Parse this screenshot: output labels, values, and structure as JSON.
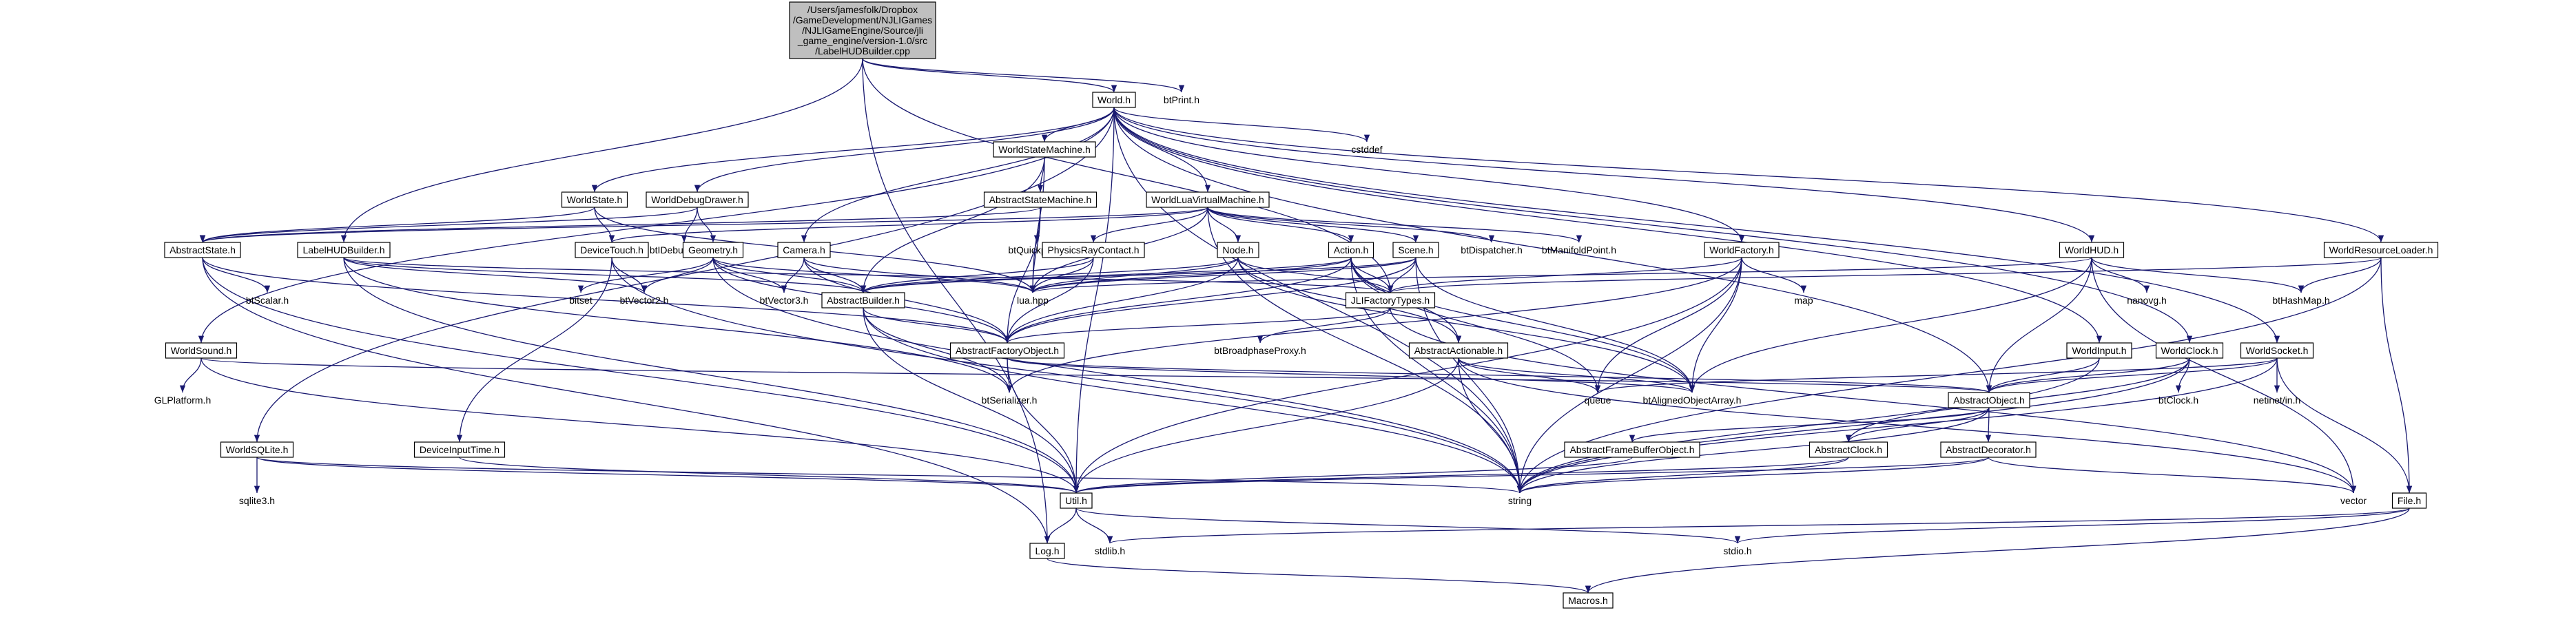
{
  "title": "",
  "colors": {
    "edge": "#191970",
    "root_fill": "#bfbfbf",
    "node_fill": "#ffffff",
    "background": "#ffffff"
  },
  "nodes": [
    {
      "id": "root",
      "label": "/Users/jamesfolk/Dropbox\n/GameDevelopment/NJLIGames\n/NJLIGameEngine/Source/jli\n_game_engine/version-1.0/src\n/LabelHUDBuilder.cpp",
      "style": "root"
    },
    {
      "id": "btPrint",
      "label": "btPrint.h",
      "style": "plain"
    },
    {
      "id": "World",
      "label": "World.h",
      "style": "box"
    },
    {
      "id": "cstddef",
      "label": "cstddef",
      "style": "plain"
    },
    {
      "id": "WorldStateMachine",
      "label": "WorldStateMachine.h",
      "style": "box"
    },
    {
      "id": "AbstractStateMachine",
      "label": "AbstractStateMachine.h",
      "style": "box"
    },
    {
      "id": "WorldLuaVirtualMachine",
      "label": "WorldLuaVirtualMachine.h",
      "style": "box"
    },
    {
      "id": "WorldState",
      "label": "WorldState.h",
      "style": "box"
    },
    {
      "id": "WorldDebugDrawer",
      "label": "WorldDebugDrawer.h",
      "style": "box"
    },
    {
      "id": "btDebugDraw",
      "label": "btIDebugDraw.h",
      "style": "plain"
    },
    {
      "id": "btQuickprof",
      "label": "btQuickprof.h",
      "style": "plain"
    },
    {
      "id": "btDispatcher",
      "label": "btDispatcher.h",
      "style": "plain"
    },
    {
      "id": "btManifoldPoint",
      "label": "btManifoldPoint.h",
      "style": "plain"
    },
    {
      "id": "WorldFactory",
      "label": "WorldFactory.h",
      "style": "box"
    },
    {
      "id": "WorldHUD",
      "label": "WorldHUD.h",
      "style": "box"
    },
    {
      "id": "WorldResourceLoader",
      "label": "WorldResourceLoader.h",
      "style": "box"
    },
    {
      "id": "AbstractState",
      "label": "AbstractState.h",
      "style": "box"
    },
    {
      "id": "LabelHUDBuilder",
      "label": "LabelHUDBuilder.h",
      "style": "box"
    },
    {
      "id": "DeviceTouch",
      "label": "DeviceTouch.h",
      "style": "box"
    },
    {
      "id": "Geometry",
      "label": "Geometry.h",
      "style": "box"
    },
    {
      "id": "Camera",
      "label": "Camera.h",
      "style": "box"
    },
    {
      "id": "PhysicsRayContact",
      "label": "PhysicsRayContact.h",
      "style": "box"
    },
    {
      "id": "Node",
      "label": "Node.h",
      "style": "box"
    },
    {
      "id": "Action",
      "label": "Action.h",
      "style": "box"
    },
    {
      "id": "Scene",
      "label": "Scene.h",
      "style": "box"
    },
    {
      "id": "btScalar",
      "label": "btScalar.h",
      "style": "plain"
    },
    {
      "id": "bitset",
      "label": "bitset",
      "style": "plain"
    },
    {
      "id": "btVector2",
      "label": "btVector2.h",
      "style": "plain"
    },
    {
      "id": "btVector3",
      "label": "btVector3.h",
      "style": "plain"
    },
    {
      "id": "AbstractBuilder",
      "label": "AbstractBuilder.h",
      "style": "box"
    },
    {
      "id": "luahpp",
      "label": "lua.hpp",
      "style": "plain"
    },
    {
      "id": "JLIFactoryTypes",
      "label": "JLIFactoryTypes.h",
      "style": "box"
    },
    {
      "id": "map",
      "label": "map",
      "style": "plain"
    },
    {
      "id": "nanovg",
      "label": "nanovg.h",
      "style": "plain"
    },
    {
      "id": "btHashMap",
      "label": "btHashMap.h",
      "style": "plain"
    },
    {
      "id": "WorldSound",
      "label": "WorldSound.h",
      "style": "box"
    },
    {
      "id": "GLPlatform",
      "label": "GLPlatform.h",
      "style": "plain"
    },
    {
      "id": "AbstractFactoryObject",
      "label": "AbstractFactoryObject.h",
      "style": "box"
    },
    {
      "id": "btBroadphaseProxy",
      "label": "btBroadphaseProxy.h",
      "style": "plain"
    },
    {
      "id": "AbstractActionable",
      "label": "AbstractActionable.h",
      "style": "box"
    },
    {
      "id": "WorldInput",
      "label": "WorldInput.h",
      "style": "box"
    },
    {
      "id": "WorldClock",
      "label": "WorldClock.h",
      "style": "box"
    },
    {
      "id": "WorldSocket",
      "label": "WorldSocket.h",
      "style": "box"
    },
    {
      "id": "btSerializer",
      "label": "btSerializer.h",
      "style": "plain"
    },
    {
      "id": "queue",
      "label": "queue",
      "style": "plain"
    },
    {
      "id": "btAlignedObjectArray",
      "label": "btAlignedObjectArray.h",
      "style": "plain"
    },
    {
      "id": "AbstractObject",
      "label": "AbstractObject.h",
      "style": "box"
    },
    {
      "id": "btClock",
      "label": "btClock.h",
      "style": "plain"
    },
    {
      "id": "netinet",
      "label": "netinet/in.h",
      "style": "plain"
    },
    {
      "id": "WorldSQLite",
      "label": "WorldSQLite.h",
      "style": "box"
    },
    {
      "id": "DeviceInputTime",
      "label": "DeviceInputTime.h",
      "style": "box"
    },
    {
      "id": "AbstractFrameBufferObject",
      "label": "AbstractFrameBufferObject.h",
      "style": "box"
    },
    {
      "id": "AbstractClock",
      "label": "AbstractClock.h",
      "style": "box"
    },
    {
      "id": "AbstractDecorator",
      "label": "AbstractDecorator.h",
      "style": "box"
    },
    {
      "id": "sqlite3",
      "label": "sqlite3.h",
      "style": "plain"
    },
    {
      "id": "Util",
      "label": "Util.h",
      "style": "box"
    },
    {
      "id": "string",
      "label": "string",
      "style": "plain"
    },
    {
      "id": "vector",
      "label": "vector",
      "style": "plain"
    },
    {
      "id": "FileH",
      "label": "File.h",
      "style": "box"
    },
    {
      "id": "LogH",
      "label": "Log.h",
      "style": "box"
    },
    {
      "id": "stdlib",
      "label": "stdlib.h",
      "style": "plain"
    },
    {
      "id": "stdio",
      "label": "stdio.h",
      "style": "plain"
    },
    {
      "id": "Macros",
      "label": "Macros.h",
      "style": "box"
    }
  ],
  "edges": [
    [
      "root",
      "btPrint"
    ],
    [
      "root",
      "World"
    ],
    [
      "root",
      "LabelHUDBuilder"
    ],
    [
      "root",
      "JLIFactoryTypes"
    ],
    [
      "root",
      "LogH"
    ],
    [
      "World",
      "cstddef"
    ],
    [
      "World",
      "WorldStateMachine"
    ],
    [
      "World",
      "WorldLuaVirtualMachine"
    ],
    [
      "World",
      "WorldState"
    ],
    [
      "World",
      "WorldDebugDrawer"
    ],
    [
      "World",
      "WorldFactory"
    ],
    [
      "World",
      "WorldHUD"
    ],
    [
      "World",
      "WorldResourceLoader"
    ],
    [
      "World",
      "Camera"
    ],
    [
      "World",
      "WorldSound"
    ],
    [
      "World",
      "WorldSQLite"
    ],
    [
      "World",
      "WorldInput"
    ],
    [
      "World",
      "WorldClock"
    ],
    [
      "World",
      "WorldSocket"
    ],
    [
      "World",
      "Util"
    ],
    [
      "World",
      "AbstractObject"
    ],
    [
      "World",
      "string"
    ],
    [
      "WorldStateMachine",
      "AbstractStateMachine"
    ],
    [
      "WorldStateMachine",
      "AbstractBuilder"
    ],
    [
      "WorldStateMachine",
      "luahpp"
    ],
    [
      "AbstractStateMachine",
      "AbstractState"
    ],
    [
      "AbstractStateMachine",
      "btQuickprof"
    ],
    [
      "AbstractStateMachine",
      "AbstractFactoryObject"
    ],
    [
      "AbstractStateMachine",
      "luahpp"
    ],
    [
      "WorldLuaVirtualMachine",
      "btDispatcher"
    ],
    [
      "WorldLuaVirtualMachine",
      "btManifoldPoint"
    ],
    [
      "WorldLuaVirtualMachine",
      "PhysicsRayContact"
    ],
    [
      "WorldLuaVirtualMachine",
      "Node"
    ],
    [
      "WorldLuaVirtualMachine",
      "Action"
    ],
    [
      "WorldLuaVirtualMachine",
      "Scene"
    ],
    [
      "WorldLuaVirtualMachine",
      "DeviceTouch"
    ],
    [
      "WorldLuaVirtualMachine",
      "AbstractState"
    ],
    [
      "WorldLuaVirtualMachine",
      "luahpp"
    ],
    [
      "WorldLuaVirtualMachine",
      "string"
    ],
    [
      "WorldState",
      "AbstractState"
    ],
    [
      "WorldState",
      "DeviceTouch"
    ],
    [
      "WorldState",
      "luahpp"
    ],
    [
      "WorldDebugDrawer",
      "btDebugDraw"
    ],
    [
      "WorldDebugDrawer",
      "Geometry"
    ],
    [
      "WorldDebugDrawer",
      "AbstractState"
    ],
    [
      "WorldFactory",
      "JLIFactoryTypes"
    ],
    [
      "WorldFactory",
      "map"
    ],
    [
      "WorldFactory",
      "queue"
    ],
    [
      "WorldFactory",
      "btAlignedObjectArray"
    ],
    [
      "WorldFactory",
      "Util"
    ],
    [
      "WorldFactory",
      "btSerializer"
    ],
    [
      "WorldFactory",
      "string"
    ],
    [
      "WorldHUD",
      "nanovg"
    ],
    [
      "WorldHUD",
      "btHashMap"
    ],
    [
      "WorldHUD",
      "luahpp"
    ],
    [
      "WorldHUD",
      "AbstractObject"
    ],
    [
      "WorldHUD",
      "btAlignedObjectArray"
    ],
    [
      "WorldHUD",
      "vector"
    ],
    [
      "WorldResourceLoader",
      "btHashMap"
    ],
    [
      "WorldResourceLoader",
      "FileH"
    ],
    [
      "WorldResourceLoader",
      "JLIFactoryTypes"
    ],
    [
      "WorldResourceLoader",
      "string"
    ],
    [
      "AbstractState",
      "btScalar"
    ],
    [
      "AbstractState",
      "Util"
    ],
    [
      "AbstractState",
      "AbstractFactoryObject"
    ],
    [
      "AbstractState",
      "LogH"
    ],
    [
      "LabelHUDBuilder",
      "AbstractBuilder"
    ],
    [
      "LabelHUDBuilder",
      "btVector2"
    ],
    [
      "LabelHUDBuilder",
      "Util"
    ],
    [
      "LabelHUDBuilder",
      "btSerializer"
    ],
    [
      "LabelHUDBuilder",
      "JLIFactoryTypes"
    ],
    [
      "DeviceTouch",
      "DeviceInputTime"
    ],
    [
      "DeviceTouch",
      "btVector2"
    ],
    [
      "DeviceTouch",
      "string"
    ],
    [
      "Geometry",
      "bitset"
    ],
    [
      "Geometry",
      "btVector2"
    ],
    [
      "Geometry",
      "btVector3"
    ],
    [
      "Geometry",
      "AbstractBuilder"
    ],
    [
      "Geometry",
      "AbstractFactoryObject"
    ],
    [
      "Geometry",
      "luahpp"
    ],
    [
      "Geometry",
      "string"
    ],
    [
      "Camera",
      "btVector3"
    ],
    [
      "Camera",
      "AbstractBuilder"
    ],
    [
      "Camera",
      "AbstractFactoryObject"
    ],
    [
      "Camera",
      "luahpp"
    ],
    [
      "PhysicsRayContact",
      "AbstractBuilder"
    ],
    [
      "PhysicsRayContact",
      "AbstractFactoryObject"
    ],
    [
      "PhysicsRayContact",
      "luahpp"
    ],
    [
      "Node",
      "AbstractBuilder"
    ],
    [
      "Node",
      "AbstractFactoryObject"
    ],
    [
      "Node",
      "AbstractActionable"
    ],
    [
      "Node",
      "JLIFactoryTypes"
    ],
    [
      "Node",
      "luahpp"
    ],
    [
      "Node",
      "btAlignedObjectArray"
    ],
    [
      "Action",
      "AbstractBuilder"
    ],
    [
      "Action",
      "AbstractFactoryObject"
    ],
    [
      "Action",
      "AbstractActionable"
    ],
    [
      "Action",
      "JLIFactoryTypes"
    ],
    [
      "Action",
      "luahpp"
    ],
    [
      "Action",
      "queue"
    ],
    [
      "Action",
      "btAlignedObjectArray"
    ],
    [
      "Action",
      "string"
    ],
    [
      "Scene",
      "AbstractBuilder"
    ],
    [
      "Scene",
      "AbstractFactoryObject"
    ],
    [
      "Scene",
      "JLIFactoryTypes"
    ],
    [
      "Scene",
      "luahpp"
    ],
    [
      "Scene",
      "btAlignedObjectArray"
    ],
    [
      "Scene",
      "string"
    ],
    [
      "AbstractBuilder",
      "AbstractFactoryObject"
    ],
    [
      "AbstractBuilder",
      "btSerializer"
    ],
    [
      "AbstractBuilder",
      "Util"
    ],
    [
      "AbstractBuilder",
      "string"
    ],
    [
      "JLIFactoryTypes",
      "btBroadphaseProxy"
    ],
    [
      "JLIFactoryTypes",
      "AbstractFactoryObject"
    ],
    [
      "JLIFactoryTypes",
      "vector"
    ],
    [
      "WorldSound",
      "GLPlatform"
    ],
    [
      "WorldSound",
      "Util"
    ],
    [
      "WorldSound",
      "AbstractObject"
    ],
    [
      "AbstractFactoryObject",
      "AbstractObject"
    ],
    [
      "AbstractFactoryObject",
      "btSerializer"
    ],
    [
      "AbstractFactoryObject",
      "Util"
    ],
    [
      "AbstractFactoryObject",
      "btAlignedObjectArray"
    ],
    [
      "AbstractActionable",
      "queue"
    ],
    [
      "AbstractActionable",
      "btAlignedObjectArray"
    ],
    [
      "AbstractActionable",
      "Util"
    ],
    [
      "AbstractActionable",
      "string"
    ],
    [
      "AbstractActionable",
      "vector"
    ],
    [
      "WorldInput",
      "AbstractObject"
    ],
    [
      "WorldInput",
      "string"
    ],
    [
      "WorldClock",
      "btClock"
    ],
    [
      "WorldClock",
      "AbstractClock"
    ],
    [
      "WorldClock",
      "AbstractObject"
    ],
    [
      "WorldClock",
      "string"
    ],
    [
      "WorldSocket",
      "netinet"
    ],
    [
      "WorldSocket",
      "AbstractObject"
    ],
    [
      "WorldSocket",
      "FileH"
    ],
    [
      "WorldSocket",
      "queue"
    ],
    [
      "WorldSocket",
      "string"
    ],
    [
      "AbstractObject",
      "AbstractFrameBufferObject"
    ],
    [
      "AbstractObject",
      "AbstractDecorator"
    ],
    [
      "AbstractObject",
      "AbstractClock"
    ],
    [
      "AbstractObject",
      "string"
    ],
    [
      "WorldSQLite",
      "sqlite3"
    ],
    [
      "WorldSQLite",
      "Util"
    ],
    [
      "WorldSQLite",
      "string"
    ],
    [
      "DeviceInputTime",
      "Util"
    ],
    [
      "AbstractFrameBufferObject",
      "Util"
    ],
    [
      "AbstractClock",
      "Util"
    ],
    [
      "AbstractClock",
      "string"
    ],
    [
      "AbstractDecorator",
      "Util"
    ],
    [
      "AbstractDecorator",
      "string"
    ],
    [
      "AbstractDecorator",
      "vector"
    ],
    [
      "Util",
      "LogH"
    ],
    [
      "Util",
      "stdlib"
    ],
    [
      "Util",
      "stdio"
    ],
    [
      "FileH",
      "stdlib"
    ],
    [
      "FileH",
      "stdio"
    ],
    [
      "FileH",
      "Macros"
    ],
    [
      "LogH",
      "Macros"
    ]
  ]
}
